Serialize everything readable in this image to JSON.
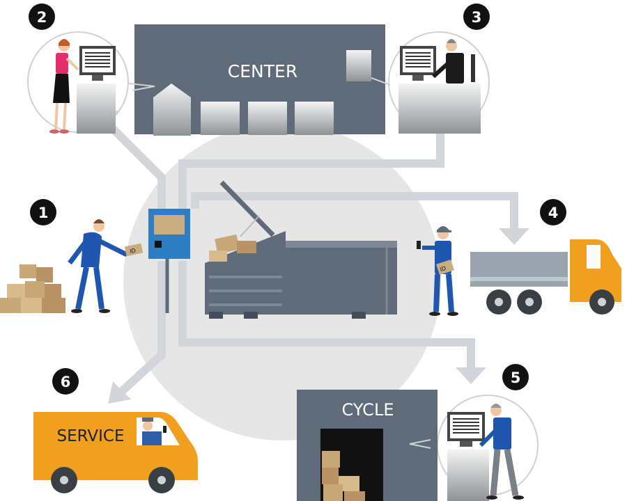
{
  "steps": [
    "1",
    "2",
    "3",
    "4",
    "5",
    "6"
  ],
  "center_label": "CENTER",
  "cycle_label": "CYCLE",
  "service_label": "SERVICE",
  "id_tag": "ID",
  "colors": {
    "slate": "#5f6b78",
    "arrow": "#d2d5d9",
    "hub": "#e6e6e6",
    "orange": "#f0a01e",
    "terminal": "#2f7ec1",
    "worker_blue": "#1f57b0",
    "box": "#c9a877"
  }
}
